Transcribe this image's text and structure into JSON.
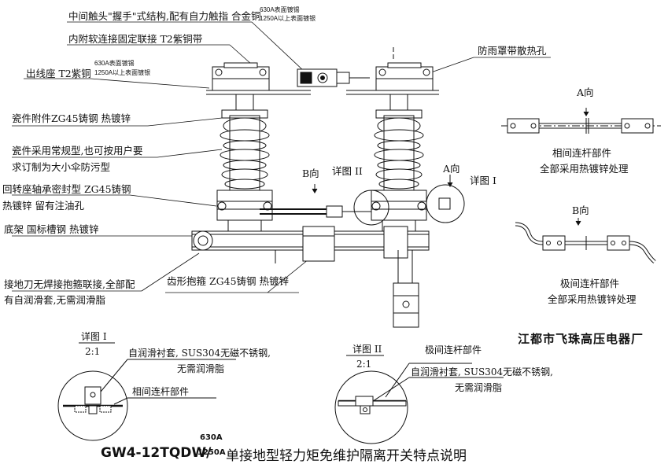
{
  "callouts": {
    "contact_structure": "中间触头\"握手\"式结构,配有自力触指 合金铜",
    "contact_plating_630": "630A表面镀锡",
    "contact_plating_1250": "1250A以上表面镀银",
    "soft_link": "内附软连接固定联接 T2紫铜带",
    "outlet_seat": "出线座 T2紫铜",
    "outlet_plating_630": "630A表面镀锡",
    "outlet_plating_1250": "1250A以上表面镀银",
    "rain_cover": "防雨罩带散热孔",
    "porcelain_fitting": "瓷件附件ZG45铸钢  热镀锌",
    "porcelain_type_1": "瓷件采用常规型,也可按用户要",
    "porcelain_type_2": "求订制为大小伞防污型",
    "bearing_1": "回转座轴承密封型  ZG45铸钢",
    "bearing_2": "热镀锌   留有注油孔",
    "base_frame": "底架  国标槽钢  热镀锌",
    "ground_knife_1": "接地刀无焊接抱箍联接,全部配",
    "ground_knife_2": "有自润滑套,无需润滑脂",
    "gear_clamp": "齿形抱箍  ZG45铸钢  热镀锌",
    "view_b": "B向",
    "view_a": "A向",
    "detail_2_mark": "详图 II",
    "detail_1_mark": "详图 I"
  },
  "right_views": {
    "a_view_title": "A向",
    "a_view_text_1": "相间连杆部件",
    "a_view_text_2": "全部采用热镀锌处理",
    "b_view_title": "B向",
    "b_view_text_1": "极间连杆部件",
    "b_view_text_2": "全部采用热镀锌处理"
  },
  "manufacturer": "江都市飞珠高压电器厂",
  "detail_1": {
    "title": "详图 I",
    "scale": "2:1",
    "note_1": "自润滑衬套, SUS304无磁不锈钢,",
    "note_2": "无需润滑脂",
    "part": "相间连杆部件"
  },
  "detail_2": {
    "title": "详图 II",
    "scale": "2:1",
    "part": "极间连杆部件",
    "note_1": "自润滑衬套, SUS304无磁不锈钢,",
    "note_2": "无需润滑脂"
  },
  "title": {
    "model": "GW4-12TQDW/",
    "current_top": "630A",
    "current_bottom": "1250A",
    "text": "单接地型轻力矩免维护隔离开关特点说明"
  }
}
